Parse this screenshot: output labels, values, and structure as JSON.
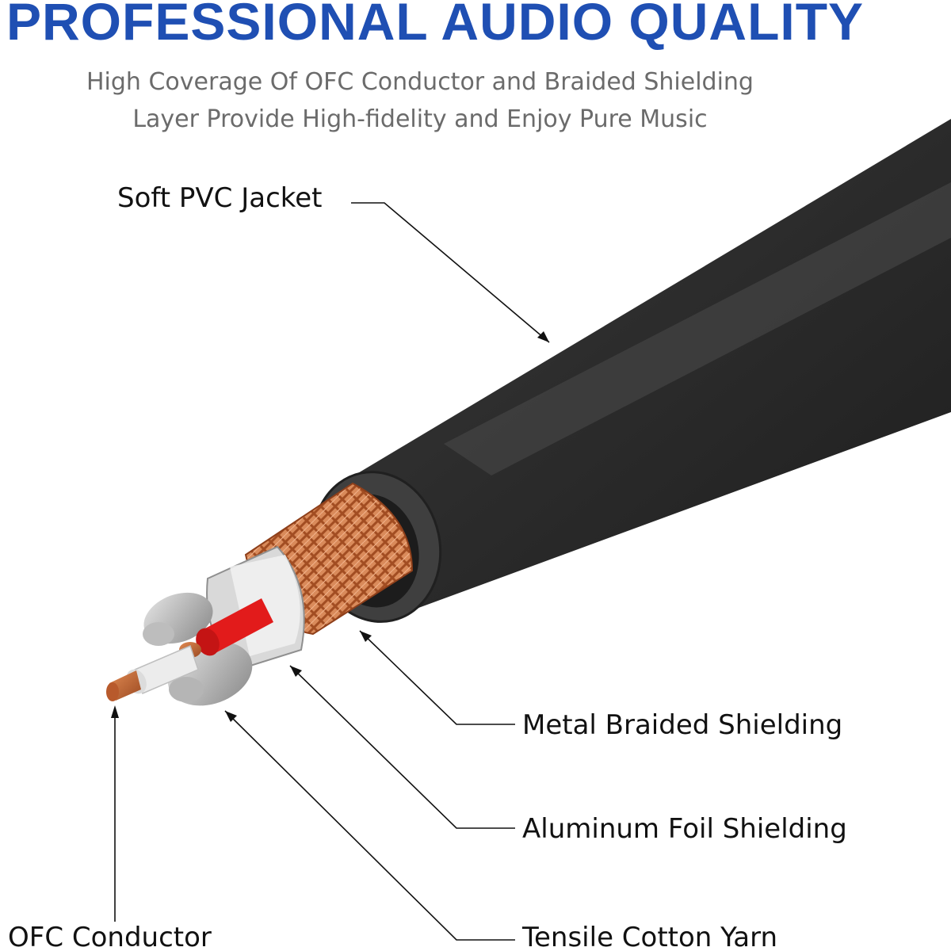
{
  "header": {
    "title": "PROFESSIONAL AUDIO QUALITY",
    "subtitle_line1": "High Coverage Of OFC Conductor and Braided Shielding",
    "subtitle_line2": "Layer Provide High-fidelity and Enjoy Pure Music"
  },
  "callouts": {
    "jacket": "Soft PVC Jacket",
    "braid": "Metal Braided Shielding",
    "foil": "Aluminum Foil Shielding",
    "yarn": "Tensile Cotton Yarn",
    "conductor": "OFC Conductor"
  },
  "colors": {
    "title": "#1f4fb3",
    "subtitle": "#6b6b6b",
    "jacket": "#2f2f2f",
    "copper": "#c46a3a",
    "red_insulation": "#e21b1b",
    "white_insulation": "#e9e9e9",
    "strands": "#a9a9a9",
    "foil": "#d6d6d6",
    "leader_line": "#111111"
  },
  "icons": [
    "cable-cross-section-illustration"
  ]
}
